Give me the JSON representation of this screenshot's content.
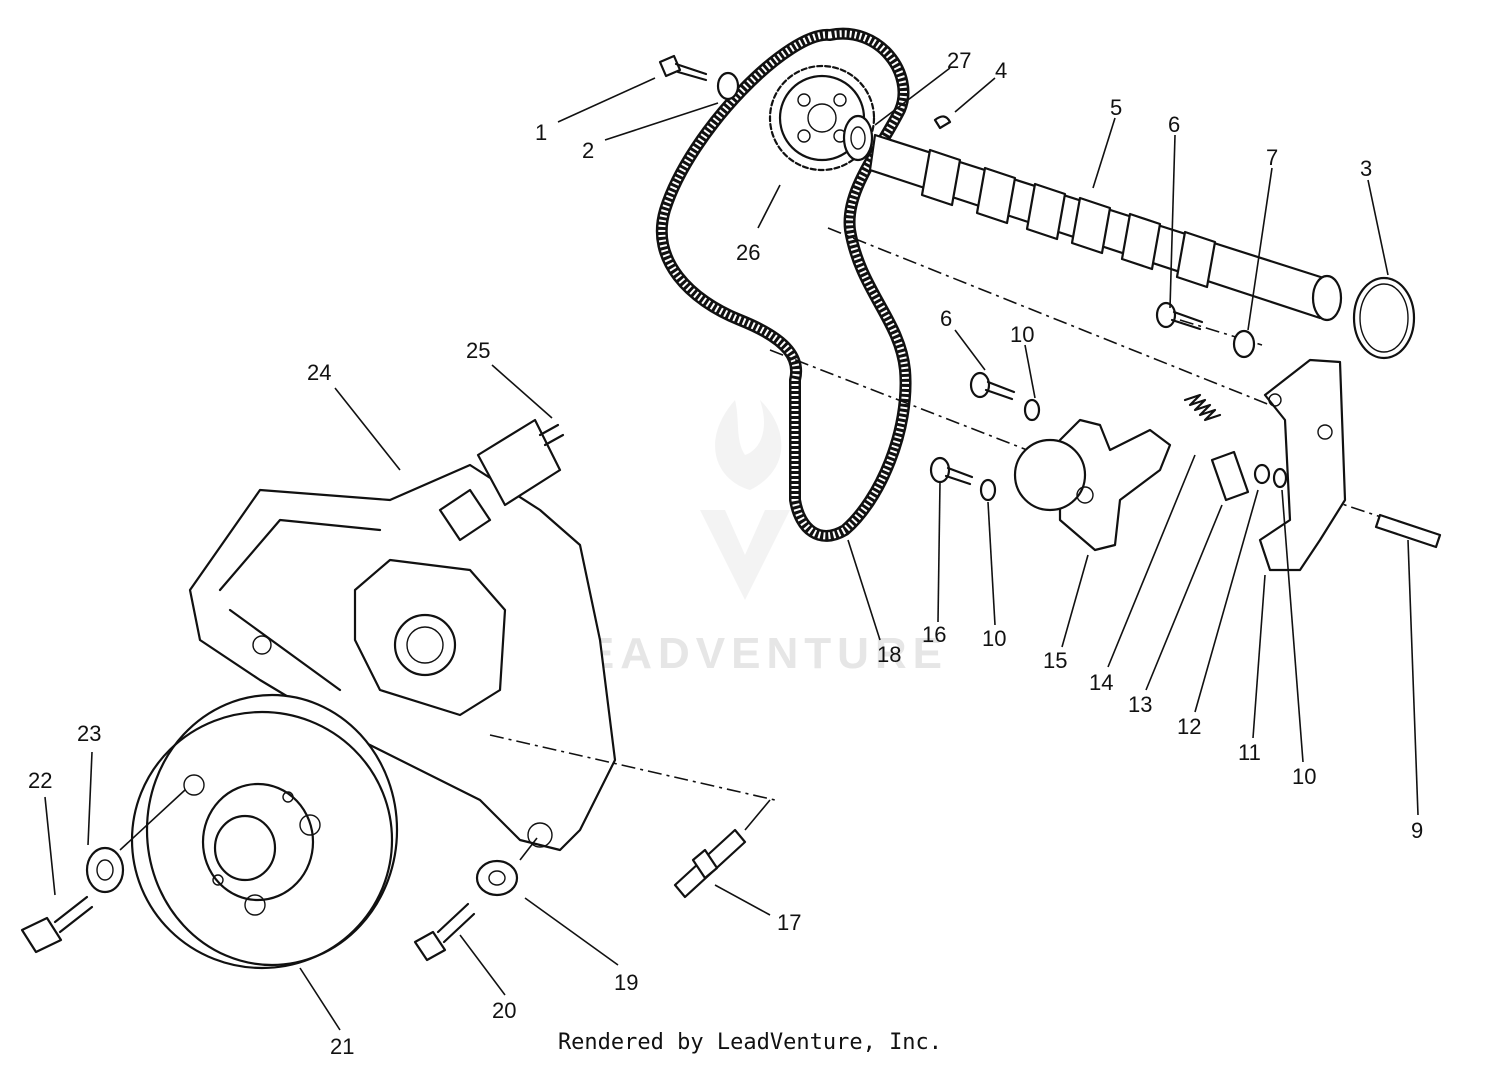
{
  "watermark": "LEADVENTURE",
  "credit": "Rendered by LeadVenture, Inc.",
  "labels": [
    "1",
    "2",
    "27",
    "4",
    "5",
    "6",
    "7",
    "3",
    "26",
    "6",
    "10",
    "25",
    "24",
    "16",
    "10",
    "15",
    "18",
    "14",
    "13",
    "12",
    "11",
    "10",
    "9",
    "23",
    "22",
    "17",
    "19",
    "20",
    "21"
  ]
}
